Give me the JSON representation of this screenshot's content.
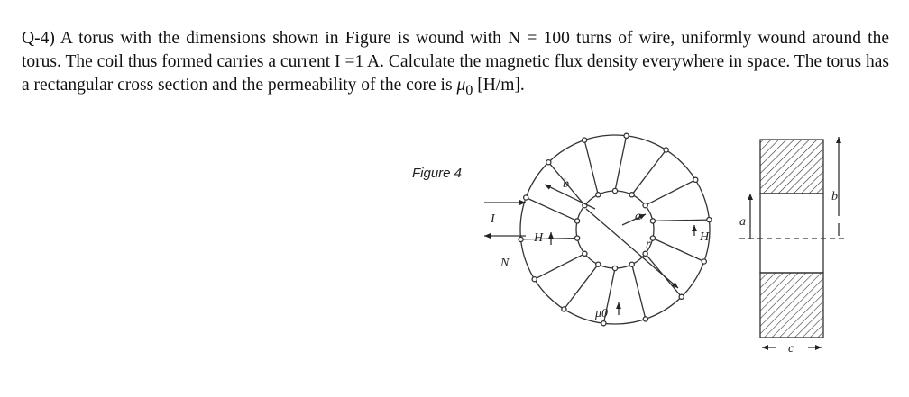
{
  "question": {
    "lead": "Q-4) A torus with the dimensions shown in Figure is wound with N = 100 turns of wire, uniformly wound around the torus. The coil thus formed carries a current I =1 A. Calculate the magnetic flux density everywhere in space. The torus has a rectangular cross section and the permeability of the core is ",
    "mu_symbol": "μ",
    "mu_subscript": "0",
    "tail": " [H/m]."
  },
  "figure": {
    "caption": "Figure 4",
    "labels": {
      "b_torus": "b",
      "I": "I",
      "N": "N",
      "H_left": "H",
      "a_inner": "a",
      "r": "r",
      "H_right": "H",
      "mu0": "μ0",
      "a_cross": "a",
      "b_cross": "b",
      "c_cross": "c"
    }
  }
}
